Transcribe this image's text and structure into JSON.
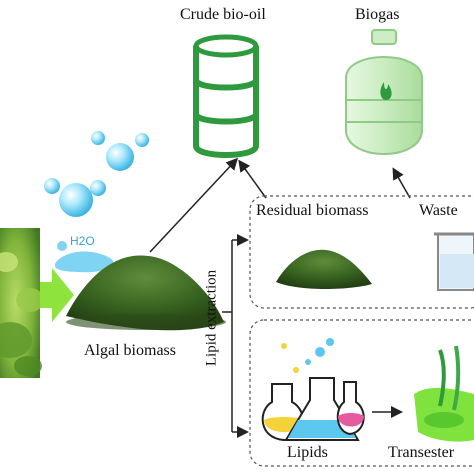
{
  "labels": {
    "crude_bio_oil": "Crude bio-oil",
    "biogas": "Biogas",
    "residual_biomass": "Residual biomass",
    "waste": "Waste",
    "algal_biomass": "Algal biomass",
    "lipid_extraction": "Lipid extraction",
    "lipids": "Lipids",
    "transester": "Transester",
    "water": "H2O"
  },
  "colors": {
    "barrel_green": "#2f9a3d",
    "barrel_light": "#c7ecc2",
    "biogas_tank": "#cdeec3",
    "biogas_stroke": "#8fca86",
    "algae_dark": "#2f5a22",
    "algae_light": "#6a9a3e",
    "water_blue": "#4fc3ee",
    "arrow_green": "#8fe33d",
    "dashed_box": "#555555"
  },
  "icons": [
    "barrel-icon",
    "gas-tank-icon",
    "flame-icon",
    "water-molecule-icon",
    "beaker-icon",
    "flask-icon",
    "algae-field-icon"
  ]
}
